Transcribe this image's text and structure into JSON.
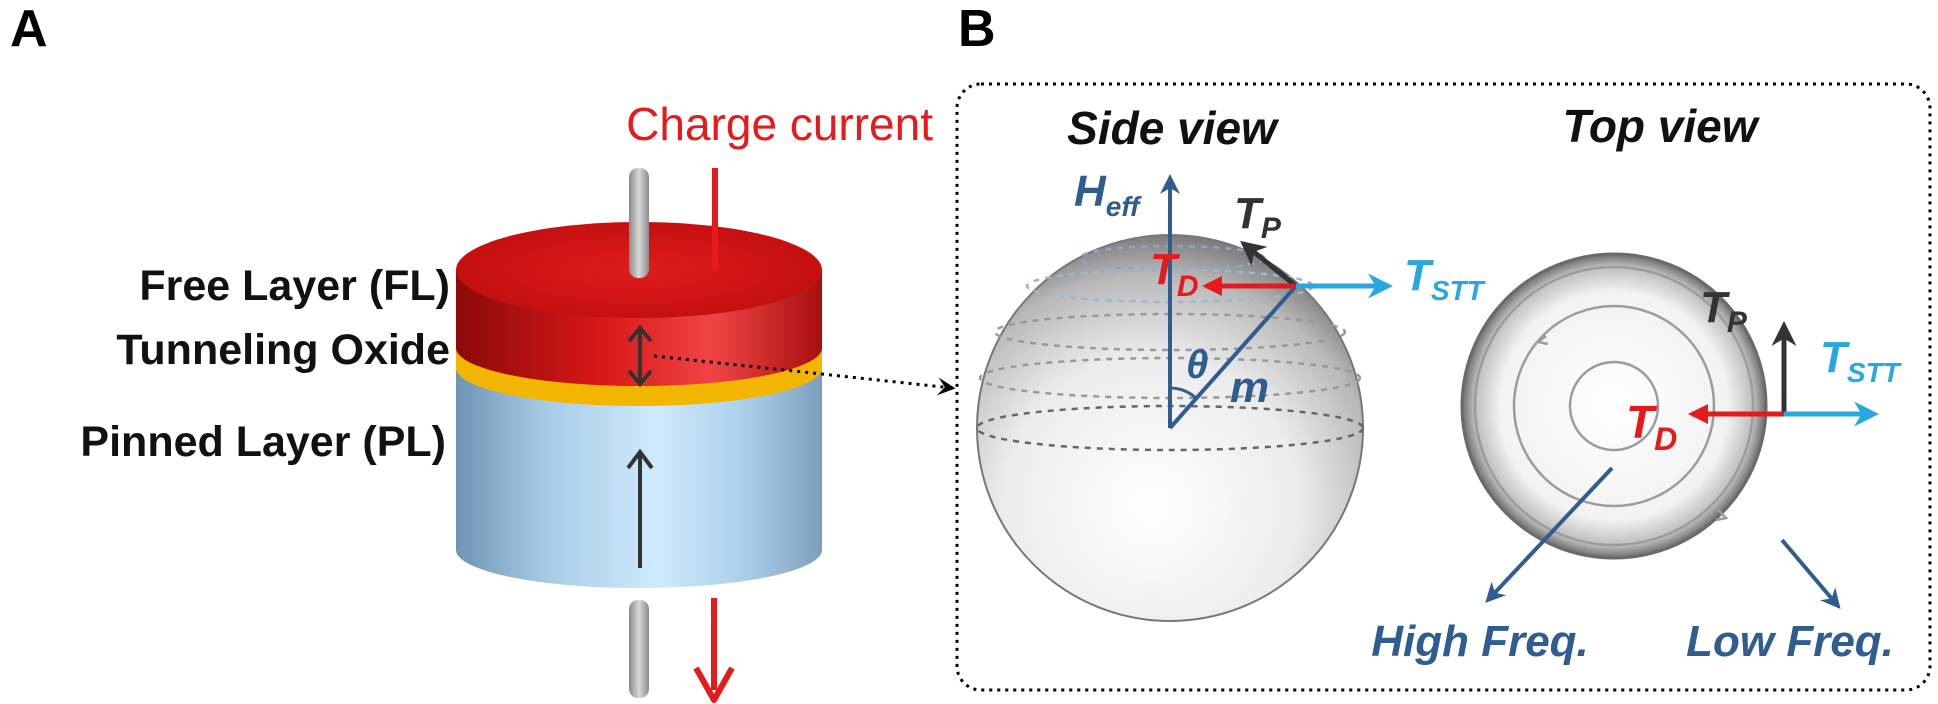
{
  "panels": {
    "a": {
      "letter": "A"
    },
    "b": {
      "letter": "B"
    }
  },
  "panel_a": {
    "charge_current": "Charge current",
    "free_layer": "Free Layer (FL)",
    "tunneling_oxide": "Tunneling Oxide",
    "pinned_layer": "Pinned Layer (PL)"
  },
  "panel_b": {
    "side_view": {
      "title": "Side view",
      "heff_main": "H",
      "heff_sub": "eff",
      "tp_main": "T",
      "tp_sub": "P",
      "td_main": "T",
      "td_sub": "D",
      "tstt_main": "T",
      "tstt_sub": "STT",
      "theta": "θ",
      "m": "m"
    },
    "top_view": {
      "title": "Top view",
      "tp_main": "T",
      "tp_sub": "P",
      "td_main": "T",
      "td_sub": "D",
      "tstt_main": "T",
      "tstt_sub": "STT",
      "high_freq": "High Freq.",
      "low_freq": "Low Freq."
    }
  },
  "colors": {
    "red": "#e41a1c",
    "blue_dark": "#2f5d8f",
    "cyan": "#29a8df",
    "free_layer": "#d41414",
    "oxide": "#f2b600",
    "pinned": "#a9d3f0"
  }
}
